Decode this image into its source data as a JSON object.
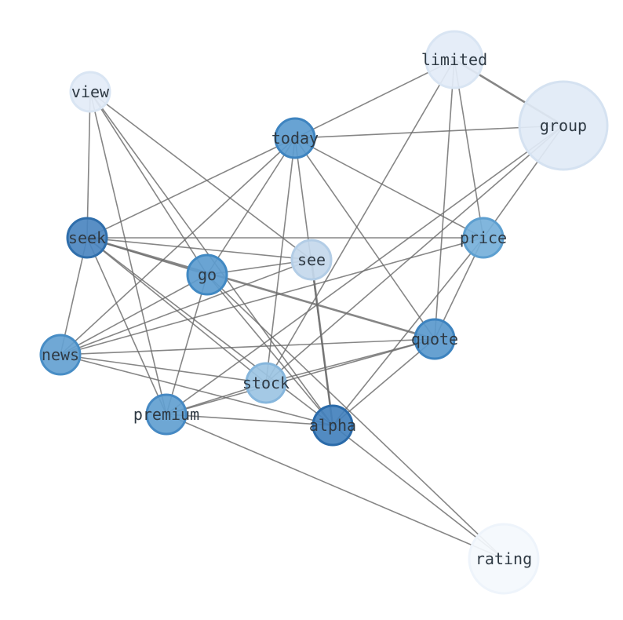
{
  "nodes": [
    {
      "id": "limited",
      "label": "limited",
      "fill": "#e3ecf7",
      "stroke": "#d9e5f3"
    },
    {
      "id": "group",
      "label": "group",
      "fill": "#e1eaf6",
      "stroke": "#d5e2f1"
    },
    {
      "id": "view",
      "label": "view",
      "fill": "#e3ecf7",
      "stroke": "#d9e5f3"
    },
    {
      "id": "today",
      "label": "today",
      "fill": "#5b9bcf",
      "stroke": "#3e84c0"
    },
    {
      "id": "seek",
      "label": "seek",
      "fill": "#4b86c0",
      "stroke": "#2f6eab"
    },
    {
      "id": "price",
      "label": "price",
      "fill": "#76b0da",
      "stroke": "#5d9fd0"
    },
    {
      "id": "see",
      "label": "see",
      "fill": "#c4d8ec",
      "stroke": "#b3cde6"
    },
    {
      "id": "go",
      "label": "go",
      "fill": "#5d9ccf",
      "stroke": "#4189c3"
    },
    {
      "id": "quote",
      "label": "quote",
      "fill": "#5a99cd",
      "stroke": "#3d83bf"
    },
    {
      "id": "news",
      "label": "news",
      "fill": "#64a1d1",
      "stroke": "#488dc5"
    },
    {
      "id": "stock",
      "label": "stock",
      "fill": "#9cc4e3",
      "stroke": "#86b6dc"
    },
    {
      "id": "premium",
      "label": "premium",
      "fill": "#629fd0",
      "stroke": "#4689c3"
    },
    {
      "id": "alpha",
      "label": "alpha",
      "fill": "#4381bd",
      "stroke": "#2a6aa9"
    },
    {
      "id": "rating",
      "label": "rating",
      "fill": "#f4f8fd",
      "stroke": "#eef4fb"
    }
  ],
  "edges": [
    [
      "limited",
      "group",
      true
    ],
    [
      "limited",
      "today",
      false
    ],
    [
      "limited",
      "quote",
      false
    ],
    [
      "limited",
      "price",
      false
    ],
    [
      "limited",
      "stock",
      false
    ],
    [
      "group",
      "today",
      false
    ],
    [
      "group",
      "price",
      false
    ],
    [
      "group",
      "premium",
      false
    ],
    [
      "group",
      "stock",
      false
    ],
    [
      "view",
      "seek",
      false
    ],
    [
      "view",
      "go",
      false
    ],
    [
      "view",
      "see",
      false
    ],
    [
      "view",
      "premium",
      false
    ],
    [
      "view",
      "alpha",
      false
    ],
    [
      "today",
      "seek",
      false
    ],
    [
      "today",
      "news",
      false
    ],
    [
      "today",
      "go",
      false
    ],
    [
      "today",
      "stock",
      false
    ],
    [
      "today",
      "price",
      false
    ],
    [
      "today",
      "quote",
      false
    ],
    [
      "today",
      "alpha",
      false
    ],
    [
      "seek",
      "price",
      false
    ],
    [
      "seek",
      "see",
      false
    ],
    [
      "seek",
      "go",
      false
    ],
    [
      "seek",
      "quote",
      true
    ],
    [
      "seek",
      "stock",
      false
    ],
    [
      "seek",
      "news",
      false
    ],
    [
      "seek",
      "premium",
      false
    ],
    [
      "seek",
      "alpha",
      false
    ],
    [
      "price",
      "news",
      false
    ],
    [
      "price",
      "quote",
      false
    ],
    [
      "price",
      "alpha",
      false
    ],
    [
      "see",
      "go",
      false
    ],
    [
      "see",
      "news",
      false
    ],
    [
      "see",
      "alpha",
      true
    ],
    [
      "go",
      "news",
      false
    ],
    [
      "go",
      "premium",
      false
    ],
    [
      "go",
      "alpha",
      false
    ],
    [
      "go",
      "rating",
      false
    ],
    [
      "quote",
      "news",
      false
    ],
    [
      "quote",
      "stock",
      false
    ],
    [
      "quote",
      "premium",
      false
    ],
    [
      "quote",
      "alpha",
      false
    ],
    [
      "news",
      "stock",
      false
    ],
    [
      "news",
      "alpha",
      false
    ],
    [
      "stock",
      "premium",
      false
    ],
    [
      "premium",
      "alpha",
      false
    ],
    [
      "premium",
      "rating",
      false
    ],
    [
      "alpha",
      "rating",
      false
    ]
  ]
}
